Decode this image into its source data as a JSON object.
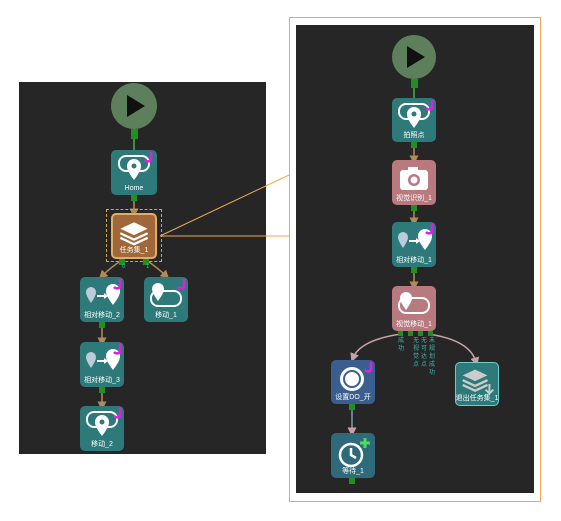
{
  "left_panel": {
    "nodes": {
      "home": "Home",
      "task_set": "任务集_1",
      "rel_move_2": "相对移动_2",
      "move_1": "移动_1",
      "rel_move_3": "相对移动_3",
      "move_2": "移动_2"
    },
    "branch_labels": [
      "0",
      "1"
    ]
  },
  "right_panel": {
    "nodes": {
      "capture_point": "拍照点",
      "vision_recognition": "视觉识别_1",
      "rel_move_1": "相对移动_1",
      "vis_move": "视觉移动_1",
      "set_do": "设置DO_开",
      "exit_task_set": "退出任务集_1",
      "wait": "等待_1"
    },
    "vis_move_ports": [
      "成功",
      "无视觉点",
      "无可达点",
      "未规划成功"
    ]
  },
  "colors": {
    "canvas": "#262626",
    "teal_node": "#2e7a7a",
    "brown_node": "#a0683a",
    "pink_node": "#b8797f",
    "blue_node": "#3a5f8e",
    "start_node": "#5e7f5b",
    "port": "#1f8f1f",
    "callout": "#f0a752",
    "magenta_badge": "#e020e0"
  },
  "icons": [
    "play-icon",
    "location-path-icon",
    "layers-icon",
    "relative-move-icon",
    "camera-icon",
    "record-icon",
    "clock-plus-icon",
    "layers-exit-icon"
  ]
}
